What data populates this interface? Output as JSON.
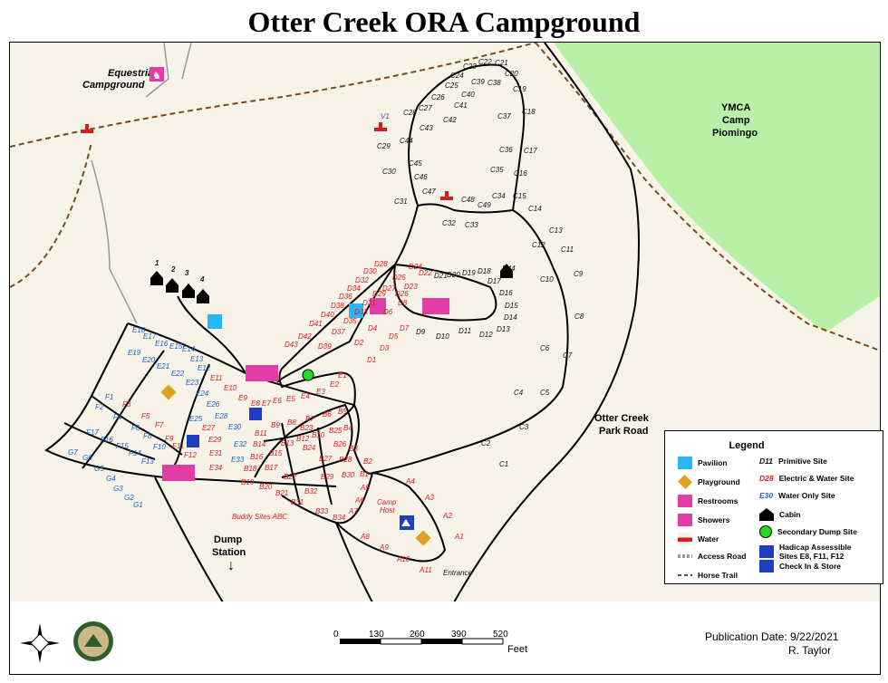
{
  "title": "Otter Creek ORA Campground",
  "places": {
    "equestrian_line1": "Equestrian",
    "equestrian_line2": "Campground",
    "ymca_line1": "YMCA",
    "ymca_line2": "Camp",
    "ymca_line3": "Piomingo",
    "road_line1": "Otter Creek",
    "road_line2": "Park Road",
    "dump_line1": "Dump",
    "dump_line2": "Station",
    "buddy": "Buddy Sites ABC",
    "camp_host_line1": "Camp",
    "camp_host_line2": "Host",
    "entrance": "Entrance"
  },
  "cabins": [
    "1",
    "2",
    "3",
    "4"
  ],
  "sites": {
    "primitive": [
      "C1",
      "C2",
      "C3",
      "C4",
      "C5",
      "C6",
      "C7",
      "C8",
      "C9",
      "C10",
      "C11",
      "C12",
      "C13",
      "C14",
      "C15",
      "C16",
      "C17",
      "C18",
      "C19",
      "C20",
      "C21",
      "C22",
      "C23",
      "C24",
      "C25",
      "C26",
      "C27",
      "C28",
      "C29",
      "C30",
      "C31",
      "C32",
      "C33",
      "C34",
      "C35",
      "C36",
      "C37",
      "C38",
      "C39",
      "C40",
      "C41",
      "C42",
      "C43",
      "C44",
      "C45",
      "C46",
      "C47",
      "C48",
      "C49",
      "D9",
      "D10",
      "D11",
      "D12",
      "D13",
      "D14",
      "D15",
      "D16",
      "D17",
      "D18",
      "D19",
      "D20",
      "D21",
      "D44"
    ],
    "electric_water": [
      "V1",
      "D1",
      "D2",
      "D3",
      "D4",
      "D5",
      "D6",
      "D7",
      "D8",
      "D22",
      "D23",
      "D24",
      "D25",
      "D26",
      "D27",
      "D28",
      "D29",
      "D30",
      "D31",
      "D32",
      "D33",
      "D34",
      "D35",
      "D36",
      "D37",
      "D38",
      "D39",
      "D40",
      "D41",
      "D42",
      "D43",
      "E1",
      "E2",
      "E3",
      "E4",
      "E5",
      "E6",
      "E7",
      "E8",
      "E9",
      "E10",
      "E11",
      "E27",
      "E29",
      "E31",
      "E34",
      "F3",
      "F5",
      "F7",
      "F9",
      "F11",
      "F12",
      "B1",
      "B2",
      "B3",
      "B4",
      "B5",
      "B6",
      "B7",
      "B8",
      "B9",
      "B10",
      "B11",
      "B12",
      "B13",
      "B14",
      "B15",
      "B16",
      "B17",
      "B18",
      "B19",
      "B20",
      "B21",
      "B22",
      "B23",
      "B24",
      "B25",
      "B26",
      "B27",
      "B28",
      "B29",
      "B30",
      "B31",
      "B32",
      "B33",
      "B34",
      "A1",
      "A2",
      "A3",
      "A4",
      "A5",
      "A6",
      "A7",
      "A8",
      "A9",
      "A10",
      "A11"
    ],
    "water_only": [
      "E12",
      "E13",
      "E14",
      "E15",
      "E16",
      "E17",
      "E18",
      "E19",
      "E20",
      "E21",
      "E22",
      "E23",
      "E24",
      "E25",
      "E26",
      "E28",
      "E30",
      "E32",
      "E33",
      "F1",
      "F2",
      "F4",
      "F6",
      "F8",
      "F10",
      "F13",
      "F14",
      "F15",
      "F16",
      "F17",
      "G1",
      "G2",
      "G3",
      "G4",
      "G5",
      "G6",
      "G7"
    ]
  },
  "legend": {
    "title": "Legend",
    "items": [
      {
        "label": "Pavilion",
        "icon": "pavilion-icon"
      },
      {
        "label": "Playground",
        "icon": "playground-icon"
      },
      {
        "label": "Restrooms",
        "icon": "restroom-icon"
      },
      {
        "label": "Showers",
        "icon": "shower-icon"
      },
      {
        "label": "Water",
        "icon": "water-spigot-icon"
      },
      {
        "label": "Access Road",
        "icon": "access-road-icon"
      },
      {
        "label": "Horse Trail",
        "icon": "horse-trail-icon"
      }
    ],
    "items_right": [
      {
        "code": "D11",
        "label": "Primitive Site",
        "color": "#111111"
      },
      {
        "code": "D28",
        "label": "Electric & Water Site",
        "color": "#e01a1a"
      },
      {
        "code": "E30",
        "label": "Water Only Site",
        "color": "#1b5fc9"
      },
      {
        "code": "",
        "label": "Cabin",
        "icon": "cabin-icon"
      },
      {
        "code": "",
        "label": "Secondary Dump Site",
        "icon": "dump-site-icon"
      },
      {
        "code": "",
        "label": "Hadicap Assessible",
        "label2": "Sites E8, F11, F12",
        "icon": "handicap-icon"
      },
      {
        "code": "",
        "label": "Check In & Store",
        "icon": "checkin-icon"
      }
    ]
  },
  "scale": {
    "ticks": [
      "0",
      "130",
      "260",
      "390",
      "520"
    ],
    "unit": "Feet"
  },
  "publication": "Publication Date: 9/22/2021",
  "author": "R. Taylor",
  "colors": {
    "map_bg": "#f7f3e8",
    "ymca": "#b8f0a8",
    "trail": "#7a4a1c",
    "road": "#000000",
    "primitive": "#111111",
    "electric": "#e01a1a",
    "water_only": "#1b5fc9",
    "restroom": "#e23ca5",
    "pavilion": "#29b6f6"
  }
}
